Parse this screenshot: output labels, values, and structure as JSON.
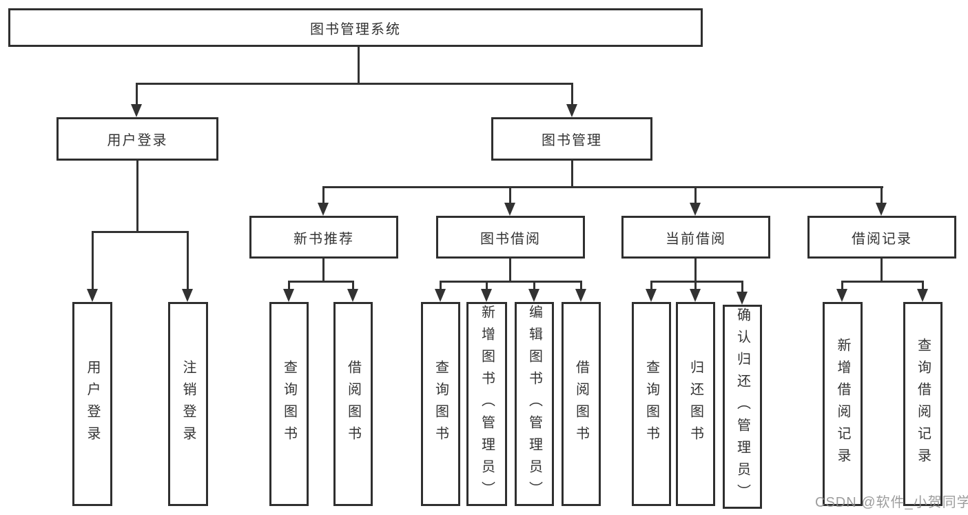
{
  "diagram": {
    "root": "图书管理系统",
    "level2": [
      "用户登录",
      "图书管理"
    ],
    "level3": [
      "新书推荐",
      "图书借阅",
      "当前借阅",
      "借阅记录"
    ],
    "leaves": {
      "user": [
        "用户登录",
        "注销登录"
      ],
      "recommend": [
        "查询图书",
        "借阅图书"
      ],
      "borrow": [
        "查询图书",
        "新增图书（管理员）",
        "编辑图书（管理员）",
        "借阅图书"
      ],
      "current": [
        "查询图书",
        "归还图书",
        "确认归还（管理员）"
      ],
      "records": [
        "新增借阅记录",
        "查询借阅记录"
      ]
    }
  },
  "watermark": "CSDN @软件_小贺同学",
  "colors": {
    "line": "#323232",
    "border": "#2f2f2f",
    "text": "#333333",
    "watermark": "#8c8c8c"
  }
}
